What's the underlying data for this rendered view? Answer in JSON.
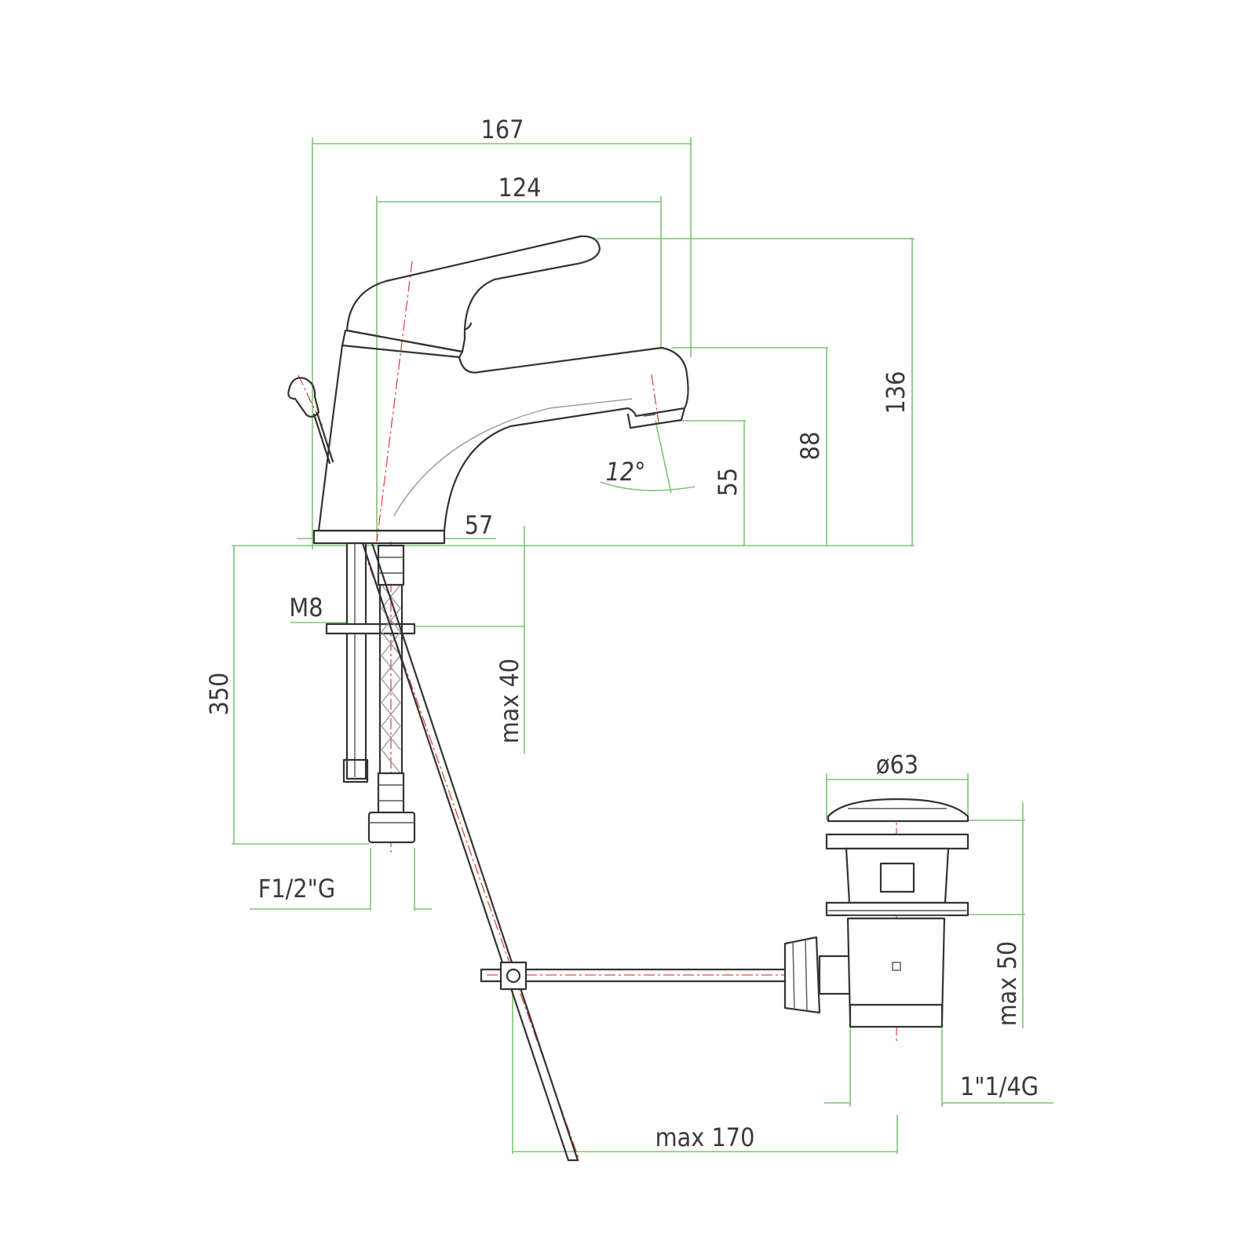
{
  "colors": {
    "outline": "#333333",
    "dimension": "#7cc576",
    "centerline": "#e0483c",
    "text": "#3a3a3a"
  },
  "dimensions": {
    "total_length": "167",
    "spout_reach": "124",
    "total_height": "136",
    "spout_height": "88",
    "aerator_height": "55",
    "spout_angle": "12°",
    "base_diameter": "57",
    "stud_thread": "M8",
    "hose_length": "350",
    "max_deck_thickness": "max 40",
    "hose_connection": "F1/2\"G",
    "waste_diameter": "ø63",
    "max_basin_thickness": "max 50",
    "waste_thread": "1\"1/4G",
    "max_rod_distance": "max 170"
  }
}
